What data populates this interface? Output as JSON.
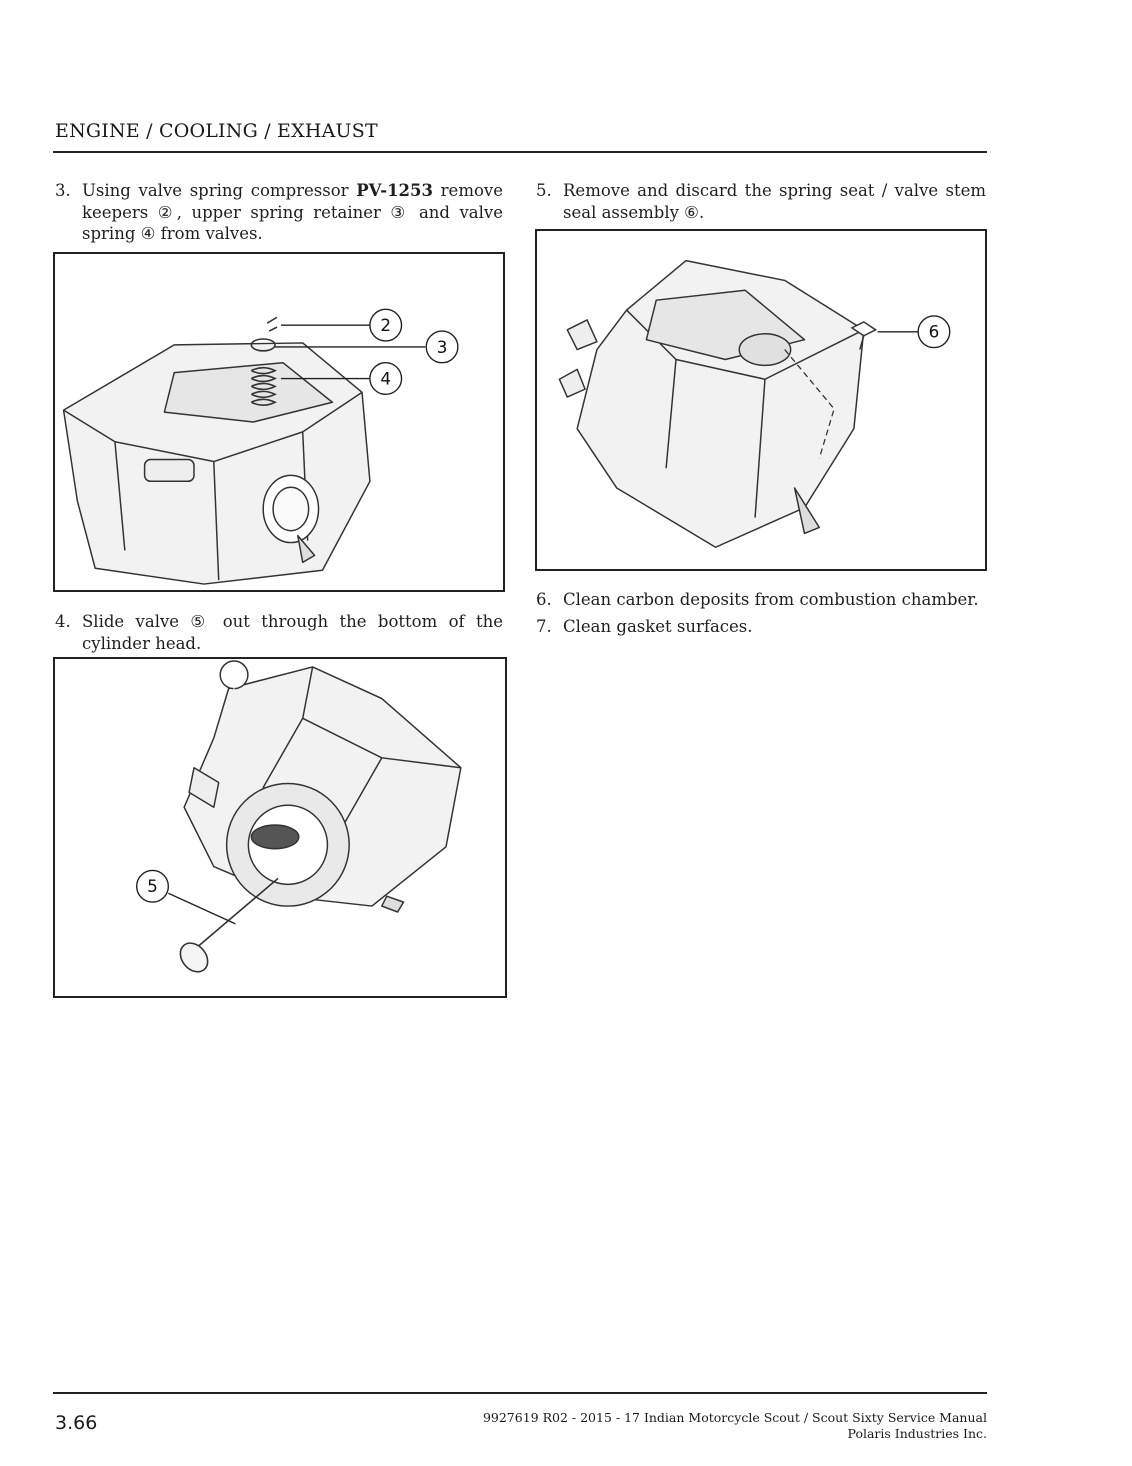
{
  "header": {
    "title": "ENGINE / COOLING / EXHAUST"
  },
  "steps": [
    {
      "number": "3.",
      "prefix": "Using valve spring compressor ",
      "tool": "PV-1253",
      "suffix": " remove keepers ②, upper spring retainer ③ and valve spring ④ from valves."
    },
    {
      "number": "4.",
      "text": "Slide valve ⑤ out through the bottom of the cylinder head."
    },
    {
      "number": "5.",
      "text": "Remove and discard the spring seat / valve stem seal assembly ⑥."
    },
    {
      "number": "6.",
      "text": "Clean carbon deposits from combustion chamber."
    },
    {
      "number": "7.",
      "text": "Clean gasket surfaces."
    }
  ],
  "figures": {
    "fig_a": {
      "callouts": [
        "2",
        "3",
        "4"
      ]
    },
    "fig_b": {
      "callouts": [
        "5"
      ]
    },
    "fig_c": {
      "callouts": [
        "6"
      ]
    }
  },
  "footer": {
    "page_number": "3.66",
    "manual": "9927619 R02 - 2015 - 17 Indian Motorcycle Scout / Scout Sixty Service Manual",
    "company": "Polaris Industries Inc."
  }
}
